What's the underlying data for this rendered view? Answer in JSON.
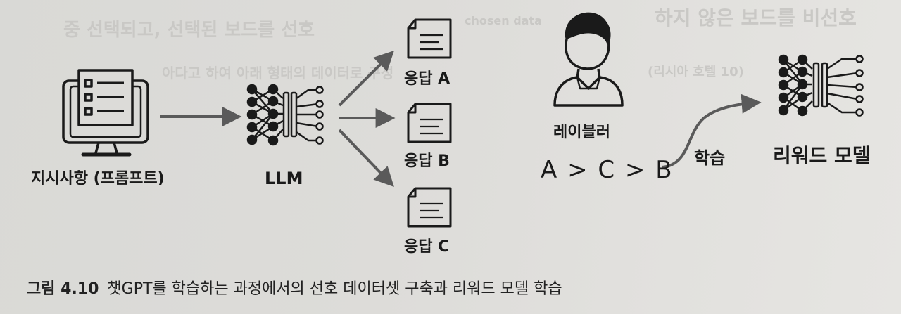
{
  "background_text": {
    "line1": "중 선택되고, 선택된 보드를 선호",
    "line1b": "chosen data",
    "line1c": "하지 않은 보드를 비선호",
    "line2": "아다고 하여 아래 형태의 데이터로 구성",
    "line2b": "(리시아 호텔 10)"
  },
  "labels": {
    "prompt": "지시사항 (프롬프트)",
    "llm": "LLM",
    "response_a": "응답 A",
    "response_b": "응답 B",
    "response_c": "응답 C",
    "labeler": "레이블러",
    "ranking": "A > C > B",
    "train": "학습",
    "reward_model": "리워드 모델"
  },
  "caption": {
    "number": "그림 4.10",
    "text": "챗GPT를 학습하는 과정에서의 선호 데이터셋 구축과 리워드 모델 학습"
  },
  "colors": {
    "ink": "#1a1a1a",
    "arrow": "#5a5a5a",
    "paper": "#dcdbd8"
  }
}
